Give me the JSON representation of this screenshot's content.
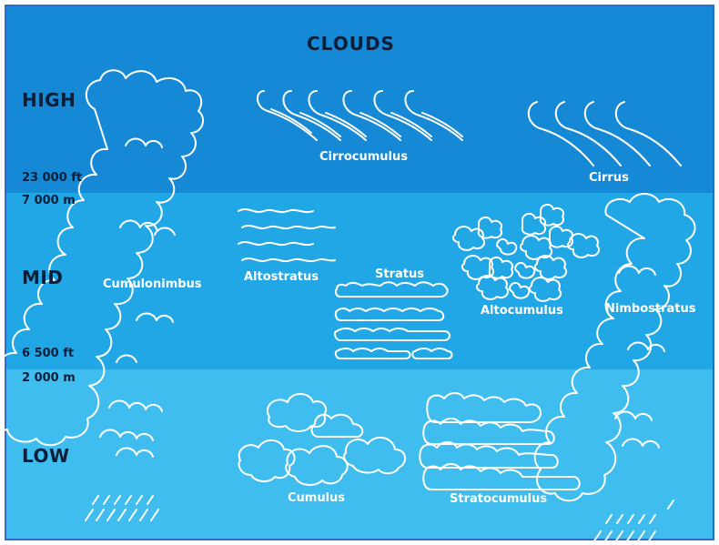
{
  "title": "CLOUDS",
  "levels": {
    "high": "HIGH",
    "mid": "MID",
    "low": "LOW"
  },
  "altitudes": {
    "high_ft": "23 000 ft",
    "high_m": "7 000 m",
    "mid_ft": "6 500 ft",
    "mid_m": "2 000 m"
  },
  "clouds": {
    "cirrocumulus": "Cirrocumulus",
    "cirrus": "Cirrus",
    "cumulonimbus": "Cumulonimbus",
    "altostratus": "Altostratus",
    "stratus": "Stratus",
    "altocumulus": "Altocumulus",
    "nimbostratus": "Nimbostratus",
    "cumulus": "Cumulus",
    "stratocumulus": "Stratocumulus"
  },
  "colors": {
    "high_band": "#1589d6",
    "mid_band": "#22a7e6",
    "low_band": "#3fbdee",
    "outline": "#ffffff",
    "label_dark": "#0b1f3a"
  }
}
